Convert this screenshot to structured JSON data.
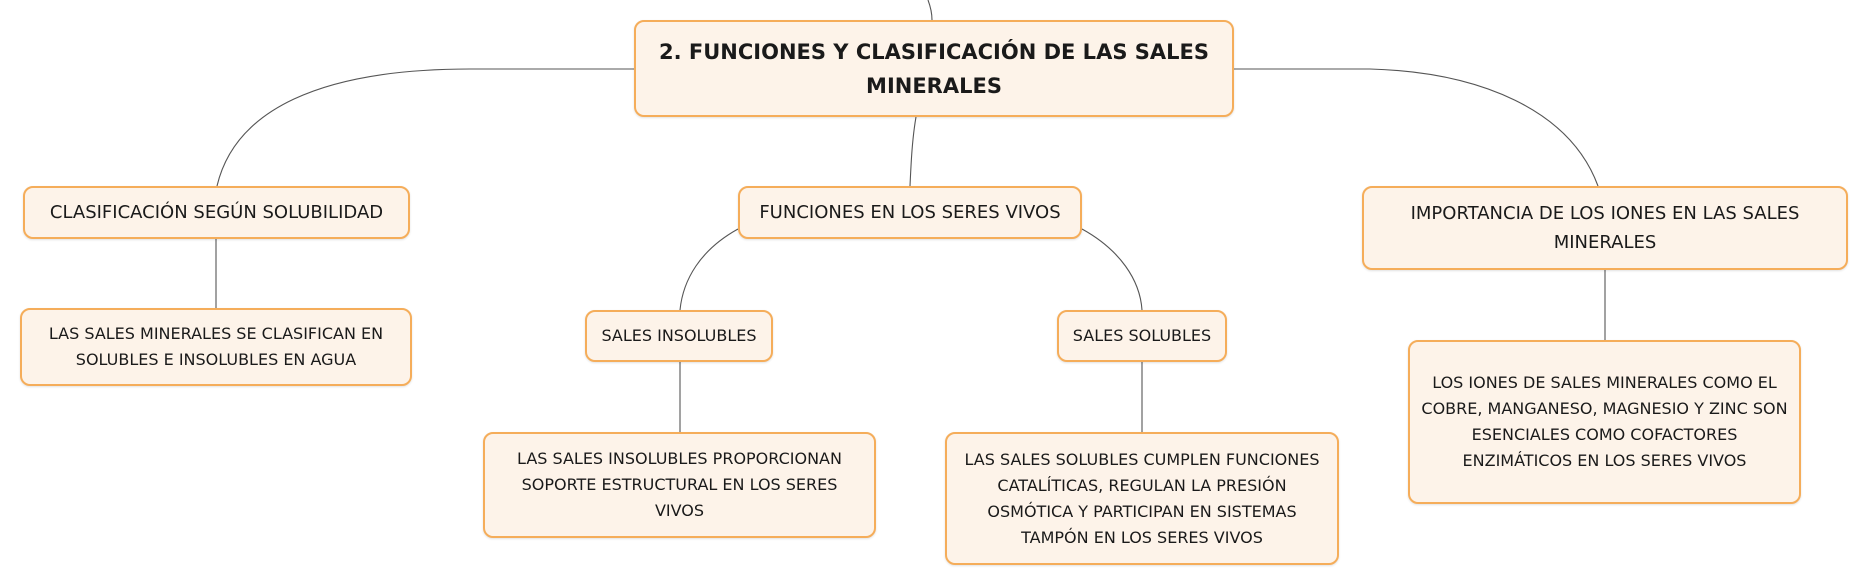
{
  "map": {
    "root": "2. FUNCIONES Y CLASIFICACIÓN DE LAS SALES MINERALES",
    "clasificacion": "CLASIFICACIÓN SEGÚN SOLUBILIDAD",
    "clasificacion_detalle": "LAS SALES MINERALES SE CLASIFICAN EN\nSOLUBLES E INSOLUBLES EN AGUA",
    "funciones": "FUNCIONES EN LOS SERES VIVOS",
    "insolubles": "SALES INSOLUBLES",
    "insolubles_detalle": "LAS SALES INSOLUBLES PROPORCIONAN\nSOPORTE ESTRUCTURAL EN LOS SERES VIVOS",
    "solubles": "SALES SOLUBLES",
    "solubles_detalle": "LAS SALES SOLUBLES CUMPLEN FUNCIONES\nCATALÍTICAS, REGULAN LA PRESIÓN\nOSMÓTICA Y PARTICIPAN EN SISTEMAS\nTAMPÓN EN LOS SERES VIVOS",
    "importancia": "IMPORTANCIA DE LOS IONES EN LAS SALES\nMINERALES",
    "importancia_detalle": "LOS IONES DE SALES MINERALES COMO EL\nCOBRE, MANGANESO, MAGNESIO Y ZINC SON\nESENCIALES COMO COFACTORES\nENZIMÁTICOS EN LOS SERES VIVOS"
  }
}
